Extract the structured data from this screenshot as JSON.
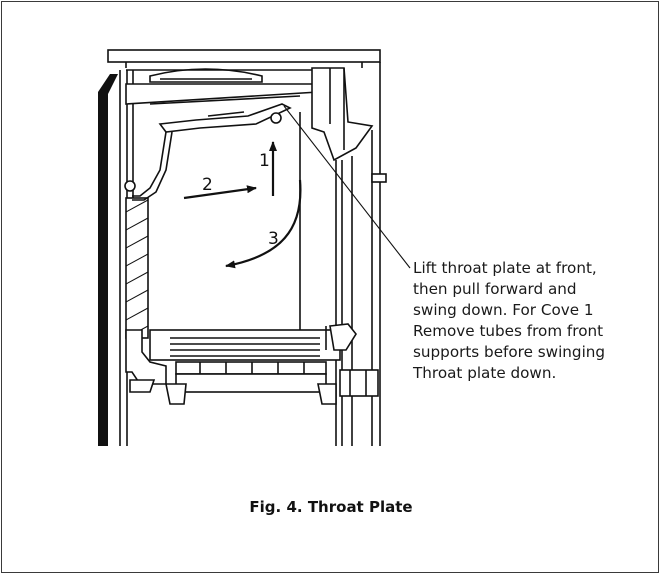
{
  "steps": {
    "step1": "1",
    "step2": "2",
    "step3": "3"
  },
  "callout": {
    "lines": [
      "Lift throat plate at front,",
      "then pull forward and",
      "swing down. For Cove 1",
      "Remove tubes from front",
      "supports before swinging",
      "Throat plate down."
    ]
  },
  "caption": "Fig. 4. Throat Plate",
  "colors": {
    "line": "#111111",
    "frame": "#3a3a3a",
    "background": "#ffffff"
  }
}
